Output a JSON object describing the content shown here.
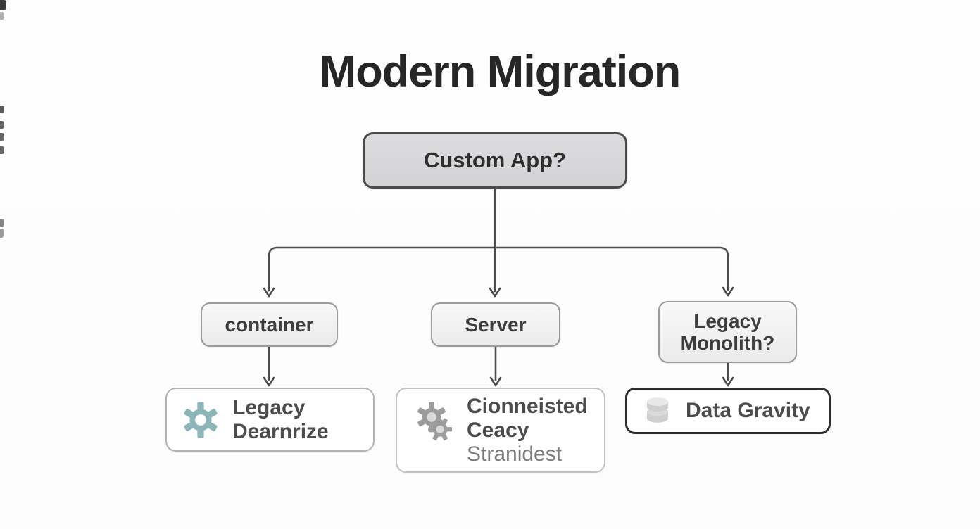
{
  "title": "Modern Migration",
  "nodes": {
    "root": {
      "label": "Custom App?"
    },
    "container": {
      "label": "container"
    },
    "server": {
      "label": "Server"
    },
    "legacy_monolith": {
      "label": "Legacy Monolith?"
    },
    "legacy_dearnrize": {
      "icon": "gear-icon",
      "line1": "Legacy",
      "line2": "Dearnrize"
    },
    "cionneisted": {
      "icon": "gears-icon",
      "line1": "Cionneisted",
      "line2": "Ceacy",
      "line3": "Stranidest"
    },
    "data_gravity": {
      "icon": "database-icon",
      "label": "Data Gravity"
    }
  },
  "colors": {
    "root_fill": "#d6d6d8",
    "root_border": "#4b4b4b",
    "node_border": "#9a9a9a",
    "dark_border": "#2e2e2e",
    "connector": "#4d4d4d",
    "gear_teal": "#8db4b8",
    "gear_gray": "#9c9c9c",
    "gear_hole_light": "#d9d9d9",
    "db_body": "#cfcfcf",
    "db_top": "#e8e8e8"
  }
}
